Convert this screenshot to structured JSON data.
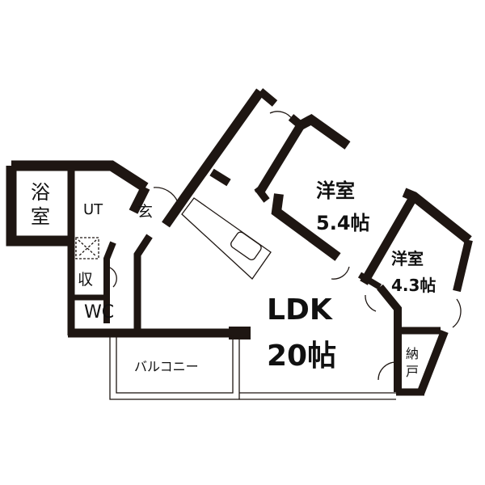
{
  "rooms": {
    "bath": {
      "line1": "浴",
      "line2": "室"
    },
    "utility": "UT",
    "entrance": "玄",
    "storage": "収",
    "toilet": "WC",
    "balcony": "バルコニー",
    "ldk": {
      "name": "LDK",
      "size": "20帖"
    },
    "western1": {
      "name": "洋室",
      "size": "5.4帖"
    },
    "western2": {
      "name": "洋室",
      "size": "4.3帖"
    },
    "closet": {
      "line1": "納",
      "line2": "戸"
    }
  },
  "colors": {
    "wall": "#1e1612",
    "background": "#ffffff"
  }
}
